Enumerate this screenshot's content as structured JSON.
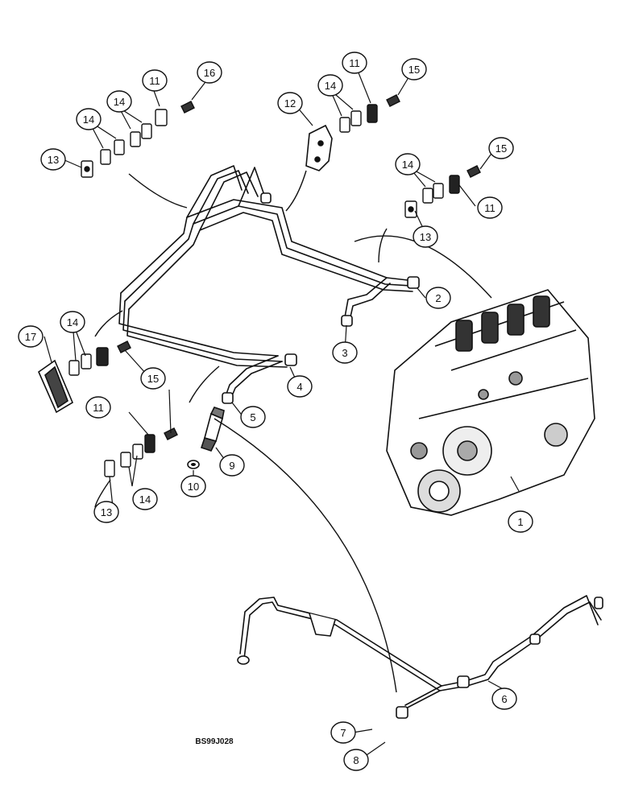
{
  "callouts": [
    "1",
    "2",
    "3",
    "4",
    "5",
    "6",
    "7",
    "8",
    "9",
    "10",
    "11",
    "11",
    "11",
    "11",
    "12",
    "13",
    "13",
    "13",
    "14",
    "14",
    "14",
    "14",
    "14",
    "14",
    "15",
    "15",
    "15",
    "16",
    "17"
  ],
  "figure_code": "BS99J028"
}
